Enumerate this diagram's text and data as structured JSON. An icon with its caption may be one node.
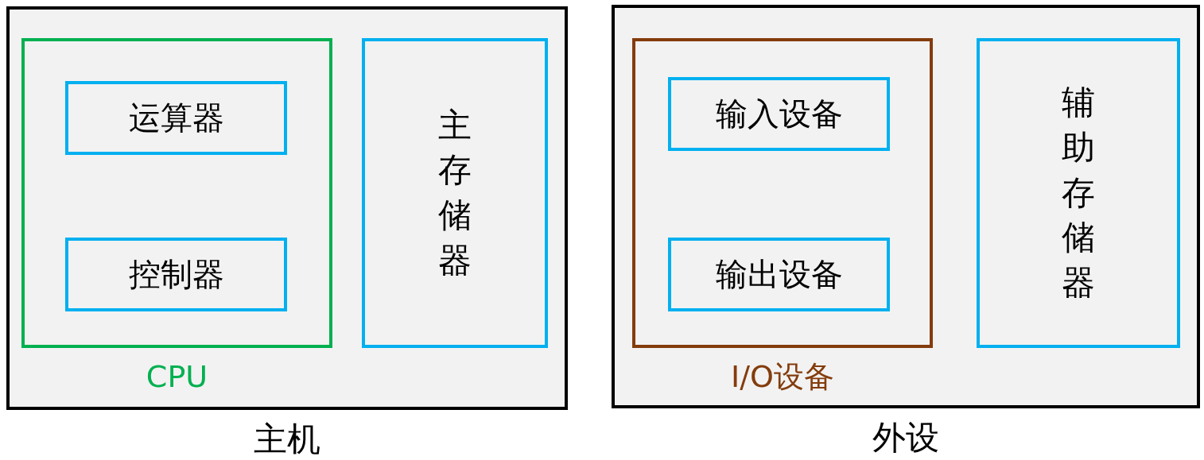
{
  "diagram": {
    "nodes": [
      {
        "text": [
          "主机"
        ]
      },
      {
        "text": [
          "CPU"
        ],
        "in": 0
      },
      {
        "text": [
          "运算器"
        ],
        "in": 1
      },
      {
        "text": [
          "控制器"
        ],
        "in": 1
      },
      {
        "text": [
          "主存储器"
        ],
        "in": 0
      },
      {
        "text": [
          "外设"
        ]
      },
      {
        "text": [
          "I/O设备"
        ],
        "in": 5
      },
      {
        "text": [
          "输入设备"
        ],
        "in": 6
      },
      {
        "text": [
          "输出设备"
        ],
        "in": 6
      },
      {
        "text": [
          "辅助存储器"
        ],
        "in": 5
      }
    ]
  }
}
